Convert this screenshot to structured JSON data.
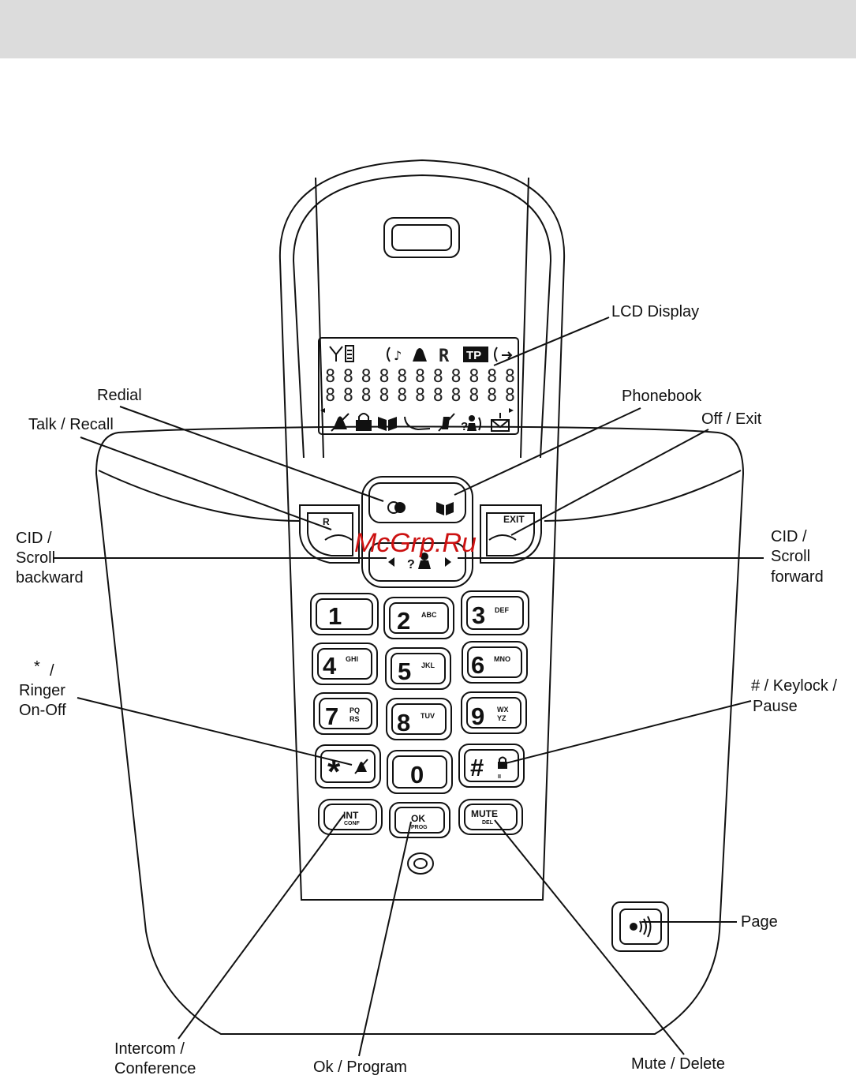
{
  "labels": {
    "lcd_display": "LCD Display",
    "redial": "Redial",
    "phonebook": "Phonebook",
    "talk_recall": "Talk / Recall",
    "off_exit": "Off / Exit",
    "cid_backward": [
      "CID /",
      "Scroll",
      "backward"
    ],
    "cid_forward": [
      "CID /",
      "Scroll",
      "forward"
    ],
    "star_ringer": [
      "*",
      "/",
      "Ringer",
      "On-Off"
    ],
    "hash_keylock": [
      "# / Keylock /",
      "Pause"
    ],
    "page": "Page",
    "intercom": [
      "Intercom /",
      "Conference"
    ],
    "ok_program": "Ok / Program",
    "mute_delete": "Mute / Delete"
  },
  "lcd": {
    "icon_r": "R",
    "icon_tp": "TP",
    "row1": "88888888888",
    "row2": "88888888888"
  },
  "keys": {
    "r_label": "R",
    "exit_label": "EXIT",
    "help": "?",
    "k1": "1",
    "k2": "2",
    "k2_sub": "ABC",
    "k3": "3",
    "k3_sub": "DEF",
    "k4": "4",
    "k4_sub": "GHI",
    "k5": "5",
    "k5_sub": "JKL",
    "k6": "6",
    "k6_sub": "MNO",
    "k7": "7",
    "k7_sub1": "PQ",
    "k7_sub2": "RS",
    "k8": "8",
    "k8_sub": "TUV",
    "k9": "9",
    "k9_sub1": "WX",
    "k9_sub2": "YZ",
    "k0": "0",
    "star": "*",
    "hash": "#",
    "pause": "II",
    "int": "INT",
    "int_sub": "CONF",
    "ok": "OK",
    "ok_sub": "PROG",
    "mute": "MUTE",
    "mute_sub": "DEL"
  },
  "watermark": "McGrp.Ru",
  "colors": {
    "line": "#111111",
    "top_band": "#dcdcdc",
    "watermark": "#cc1111"
  }
}
